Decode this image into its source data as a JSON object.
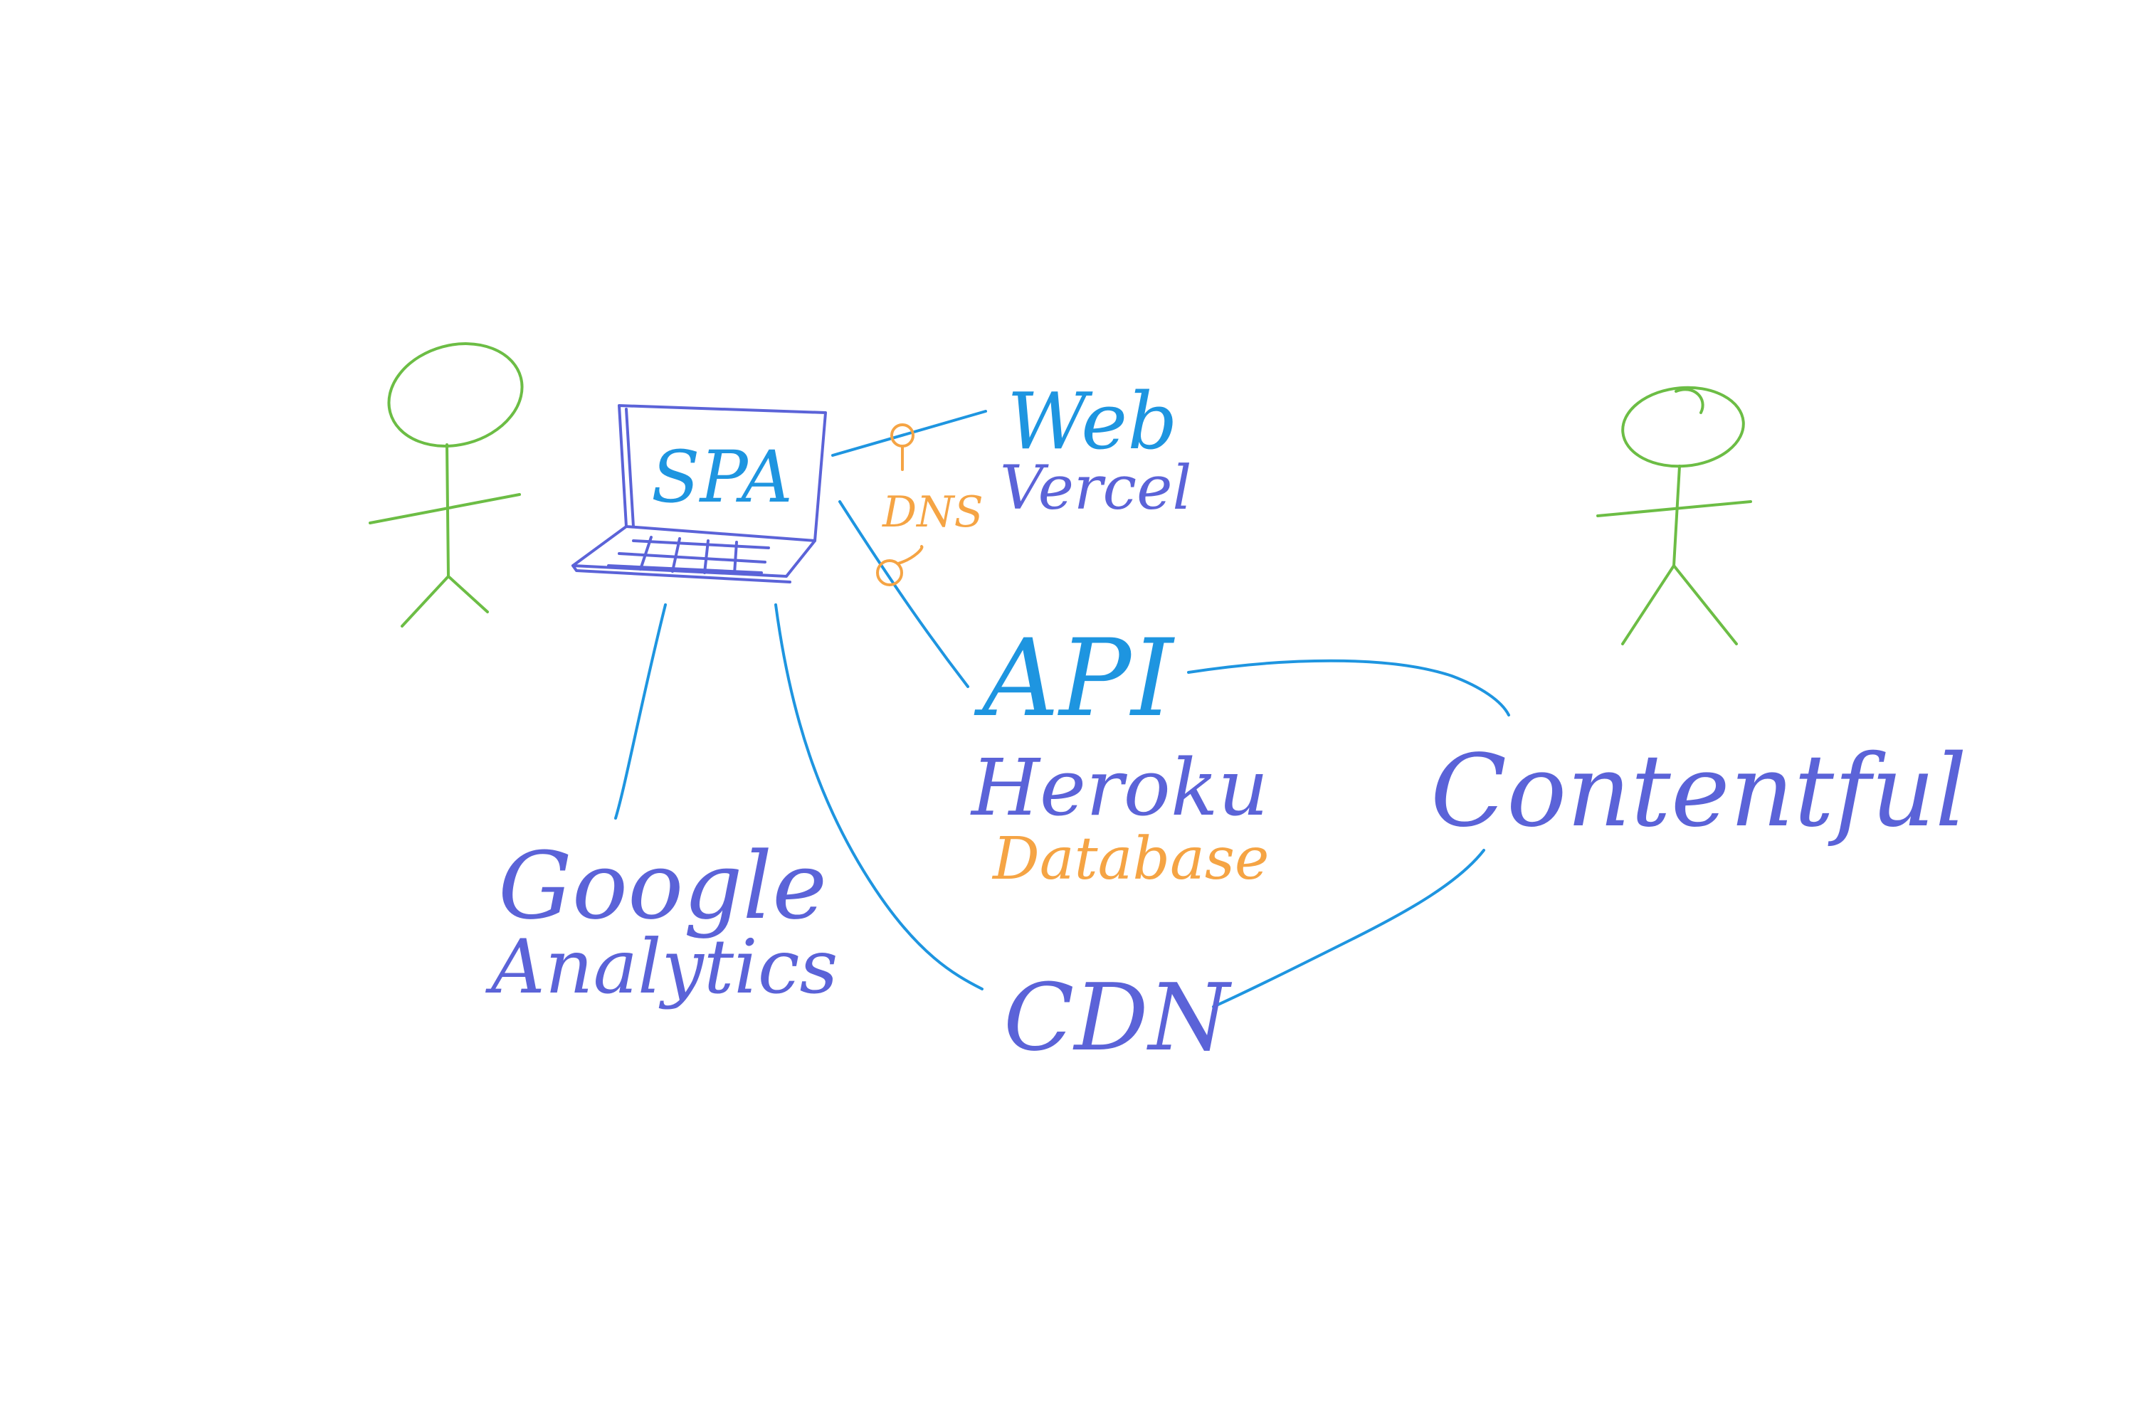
{
  "colors": {
    "background": "#ffffff",
    "actor": "#6cbd45",
    "connector": "#1e95e0",
    "node": "#5b63d8",
    "annotation": "#f5a444"
  },
  "nodes": {
    "spa": "SPA",
    "web": "Web",
    "vercel": "Vercel",
    "dns": "DNS",
    "api": "API",
    "heroku": "Heroku",
    "database": "Database",
    "contentful": "Contentful",
    "cdn": "CDN",
    "google": "Google",
    "analytics": "Analytics"
  },
  "icons": {
    "left_actor": "stick-figure-icon",
    "right_actor": "stick-figure-icon",
    "client_device": "laptop-icon"
  }
}
